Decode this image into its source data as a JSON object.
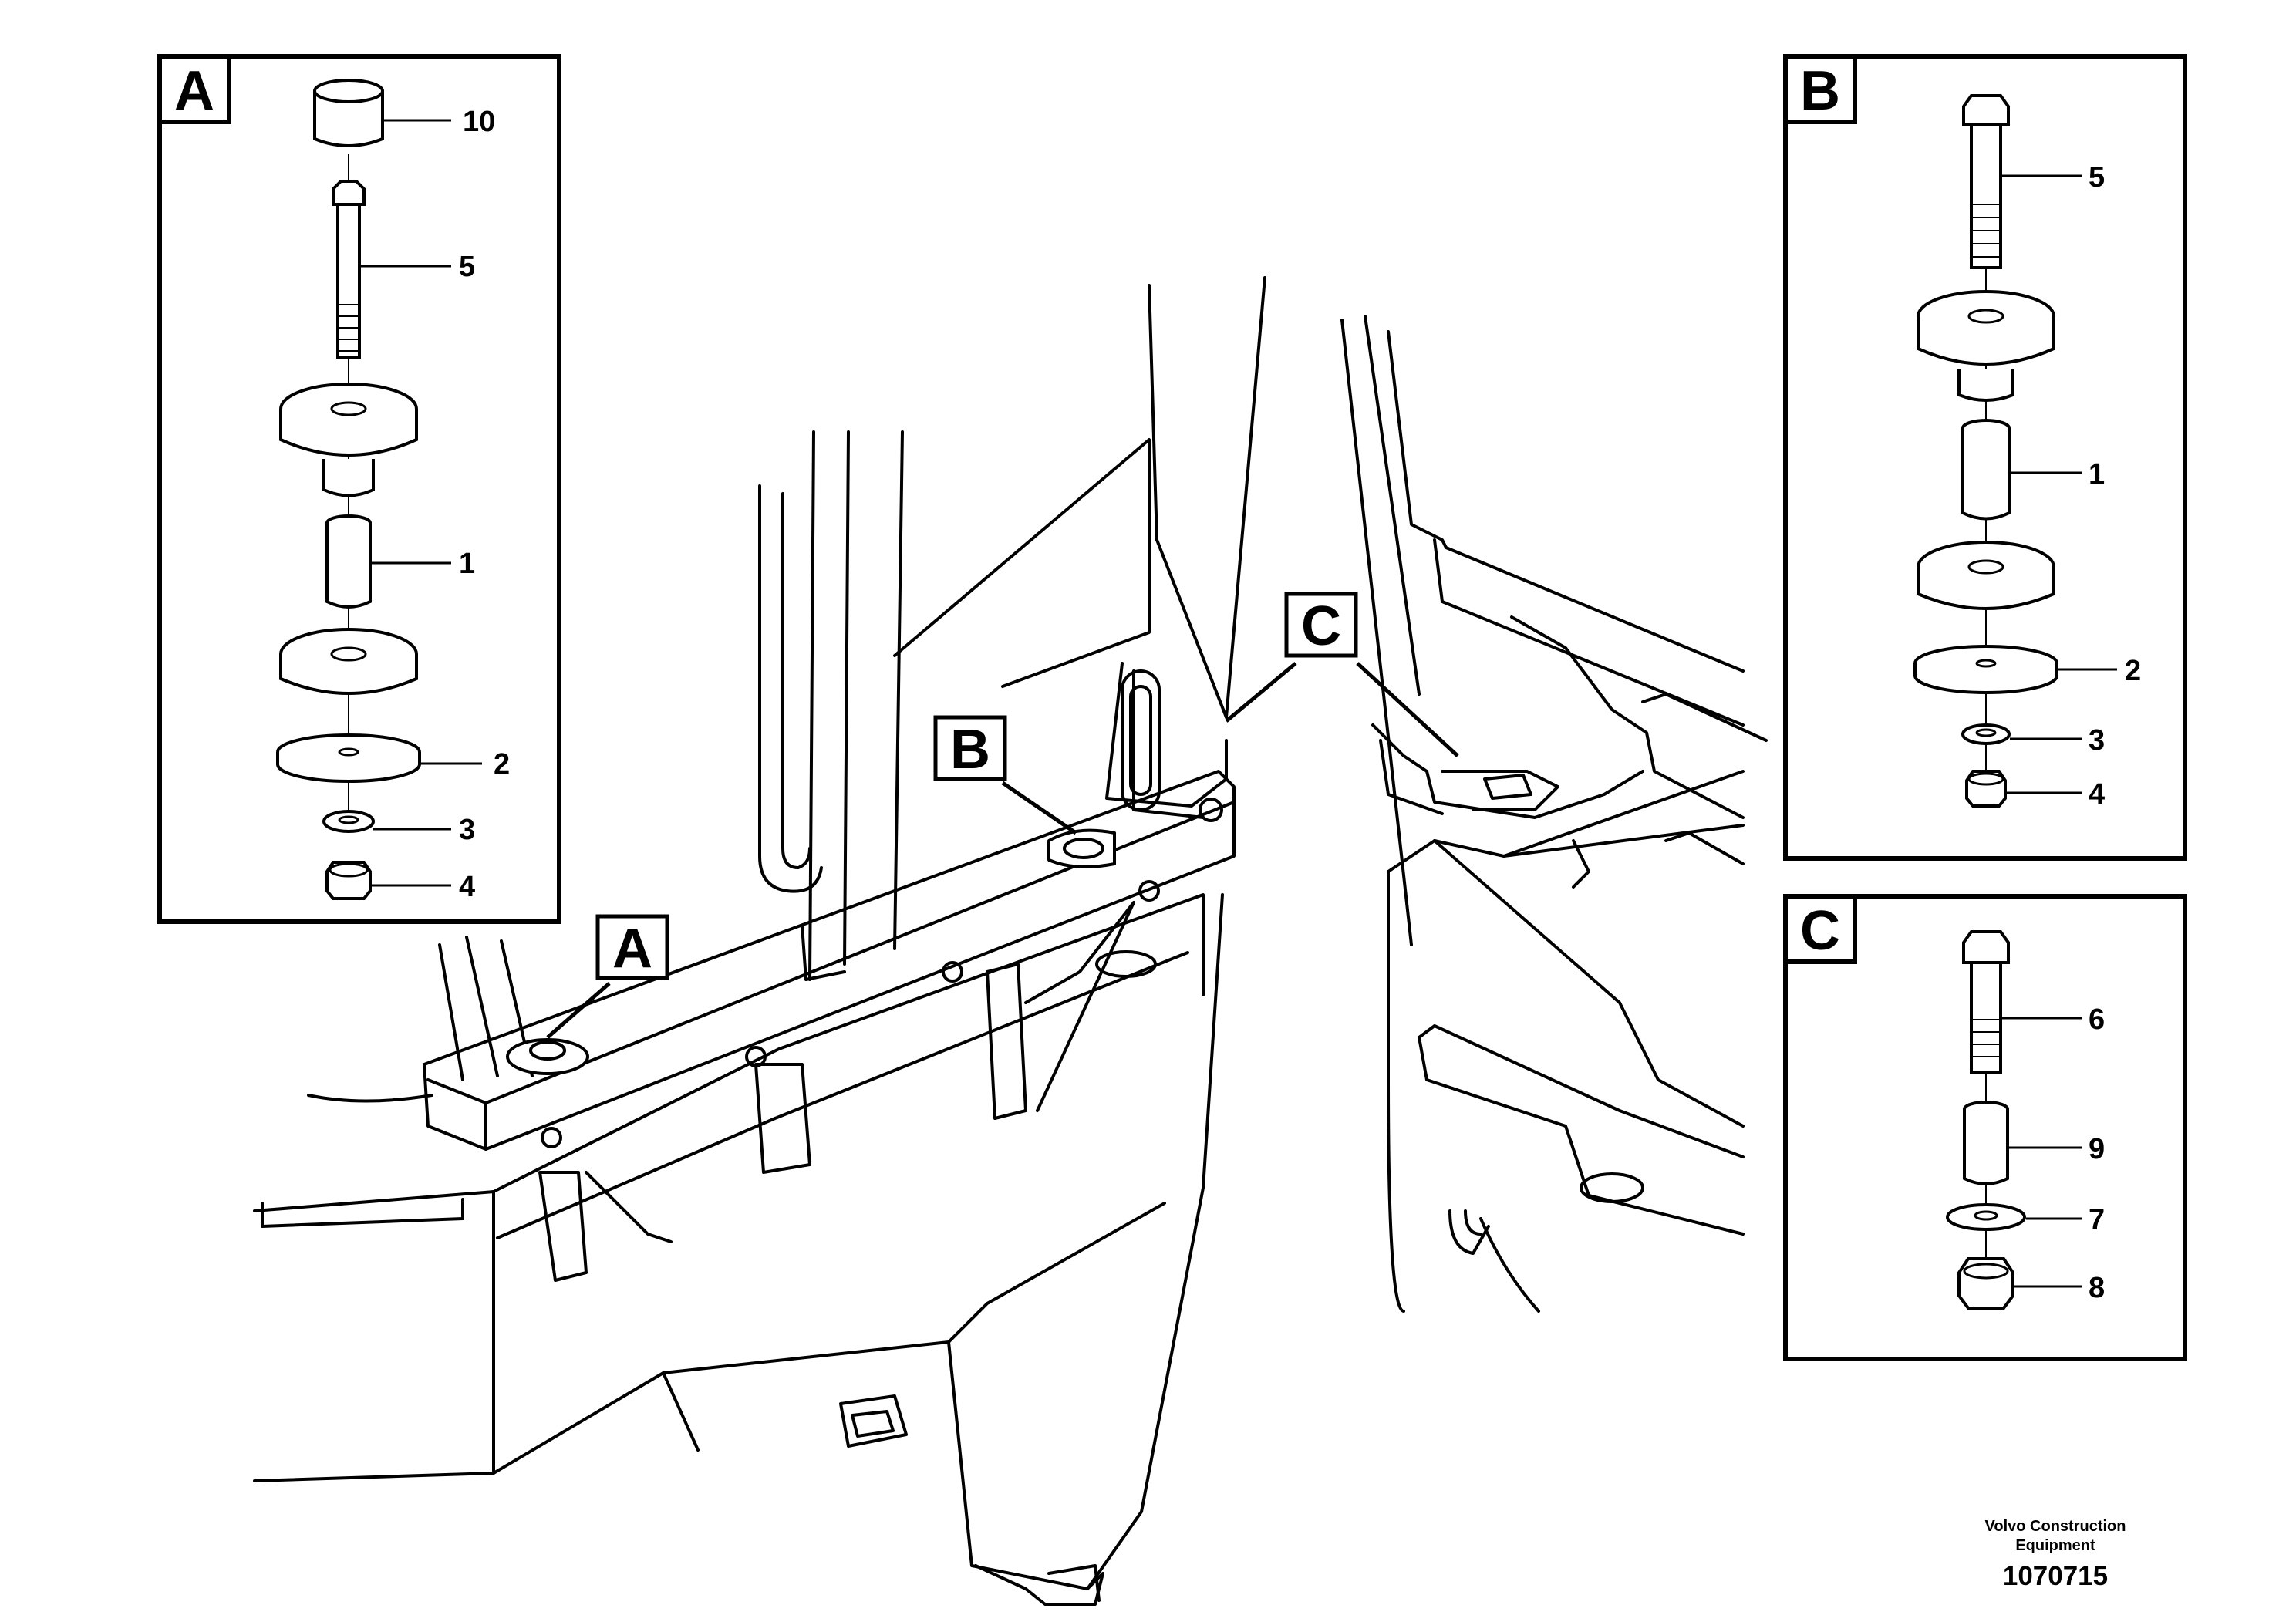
{
  "callouts": {
    "A": "A",
    "B": "B",
    "C": "C"
  },
  "detail_a": {
    "label": "A",
    "parts": [
      "10",
      "5",
      "1",
      "2",
      "3",
      "4"
    ]
  },
  "detail_b": {
    "label": "B",
    "parts": [
      "5",
      "1",
      "2",
      "3",
      "4"
    ]
  },
  "detail_c": {
    "label": "C",
    "parts": [
      "6",
      "9",
      "7",
      "8"
    ]
  },
  "footer": {
    "credit_line1": "Volvo Construction",
    "credit_line2": "Equipment",
    "doc_number": "1070715"
  },
  "colors": {
    "line": "#000000",
    "background": "#ffffff"
  }
}
